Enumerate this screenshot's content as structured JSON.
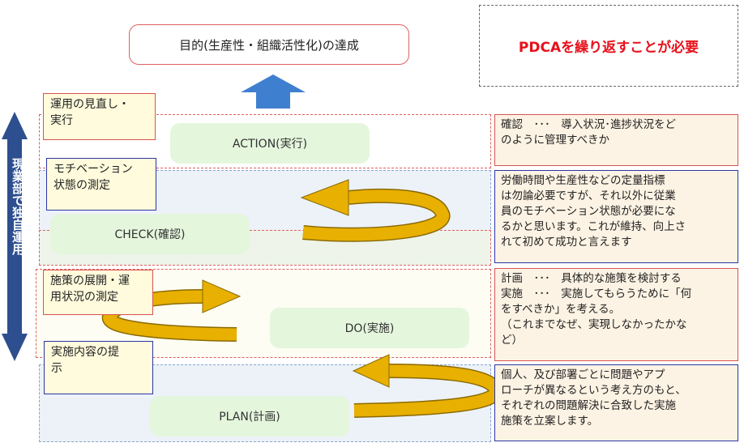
{
  "goal": "目的(生産性・組織活性化)の達成",
  "callout": "PDCAを繰り返すことが必要",
  "vertical_label": "現業部で独自運用",
  "stages": {
    "action": "ACTION(実行)",
    "check": "CHECK(確認)",
    "do": "DO(実施)",
    "plan": "PLAN(計画)"
  },
  "labels": {
    "action": "運用の見直し・\n実行",
    "check": "モチベーション\n状態の測定",
    "do": "施策の展開・運\n用状況の測定",
    "plan": "実施内容の提\n示"
  },
  "notes": {
    "action": "確認　･･･　導入状況･進捗状況をど\nのように管理すべきか",
    "check": "労働時間や生産性などの定量指標\nは勿論必要ですが、それ以外に従業\n員のモチベーション状態が必要にな\nるかと思います。これが維持、向上さ\nれて初めて成功と言えます",
    "do": "計画　･･･　具体的な施策を検討する\n実施　･･･　実施してもらうために「何\nをすべきか」を考える。\n（これまでなぜ、実現しなかったかな\nど）",
    "plan": "個人、及び部署ごとに問題やアプ\nローチが異なるという考え方のもと、\nそれぞれの問題解決に合致した実施\n施策を立案します。"
  },
  "colors": {
    "arrow_blue": "#3f7fd0",
    "double_arrow": "#2d4f8f",
    "curve_gold": "#e8b000",
    "callout_red": "#e8101a"
  }
}
